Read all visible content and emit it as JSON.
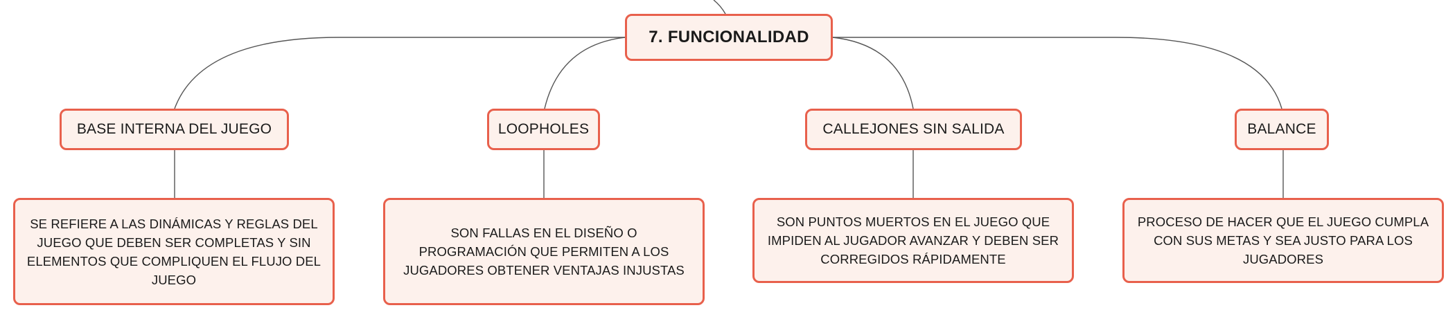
{
  "central": {
    "label": "7. FUNCIONALIDAD"
  },
  "colors": {
    "border": "#e8604c",
    "fill": "#fdf1ec",
    "line": "#555555"
  },
  "topics": [
    {
      "label": "BASE INTERNA DEL JUEGO",
      "detail": "SE REFIERE A LAS DINÁMICAS Y REGLAS DEL JUEGO QUE DEBEN SER COMPLETAS Y SIN ELEMENTOS QUE COMPLIQUEN EL FLUJO DEL JUEGO"
    },
    {
      "label": "LOOPHOLES",
      "detail": "SON FALLAS EN EL DISEÑO O PROGRAMACIÓN QUE PERMITEN A LOS JUGADORES OBTENER VENTAJAS INJUSTAS"
    },
    {
      "label": "CALLEJONES SIN SALIDA",
      "detail": "SON PUNTOS MUERTOS EN EL JUEGO QUE IMPIDEN AL JUGADOR AVANZAR Y DEBEN SER CORREGIDOS RÁPIDAMENTE"
    },
    {
      "label": "BALANCE",
      "detail": "PROCESO DE HACER QUE EL JUEGO CUMPLA CON SUS METAS Y SEA JUSTO PARA LOS JUGADORES"
    }
  ]
}
